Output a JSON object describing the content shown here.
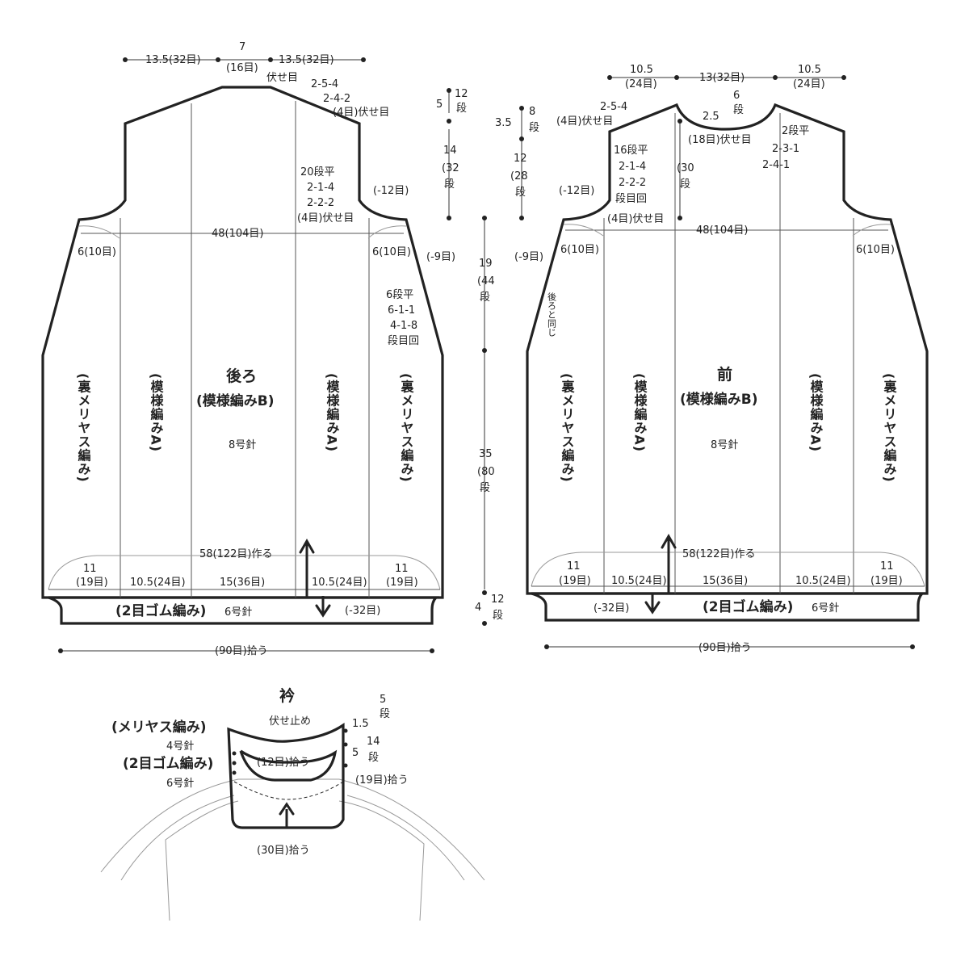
{
  "back": {
    "title": "後ろ",
    "pattern": "(模様編みB)",
    "needle": "8号針",
    "side_left": "(裏メリヤス編み)",
    "side_right": "(裏メリヤス編み)",
    "panel_left": "(模様編みA)",
    "panel_right": "(模様編みA)",
    "top_shoulder_left": "13.5(32目)",
    "top_center_a": "7",
    "top_center_b": "(16目)",
    "top_shoulder_right": "13.5(32目)",
    "bind_off": "伏せ目",
    "shoulder_a": "2-5-4",
    "shoulder_b": "2-4-2",
    "shoulder_c": "(4目)伏せ目",
    "neck_a": "20段平",
    "neck_b": "2-1-4",
    "neck_c": "2-2-2",
    "neck_d": "(4目)伏せ目",
    "armhole_dec": "(-12目)",
    "width": "48(104目)",
    "arm_left": "6(10目)",
    "arm_right": "6(10目)",
    "side_dec": "(-9目)",
    "side_a": "6段平",
    "side_b": "6-1-1",
    "side_c": "4-1-8",
    "side_d": "段目回",
    "cast_on": "58(122目)作る",
    "seg_1a": "11",
    "seg_1b": "(19目)",
    "seg_2": "10.5(24目)",
    "seg_3": "15(36目)",
    "seg_4": "10.5(24目)",
    "seg_5a": "11",
    "seg_5b": "(19目)",
    "rib": "(2目ゴム編み)",
    "rib_needle": "6号針",
    "rib_dec": "(-32目)",
    "pickup": "(90目)拾う"
  },
  "middle_dims": {
    "d1_a": "5",
    "d1_b": "12",
    "d1_c": "段",
    "d2_a": "14",
    "d2_b": "(32",
    "d2_c": "段",
    "d3_a": "19",
    "d3_b": "(44",
    "d3_c": "段",
    "d4_a": "35",
    "d4_b": "(80",
    "d4_c": "段",
    "d5_a": "4",
    "d5_b": "12",
    "d5_c": "段",
    "f1_a": "3.5",
    "f1_b": "8",
    "f1_c": "段",
    "f2_a": "12",
    "f2_b": "(28",
    "f2_c": "段"
  },
  "front": {
    "title": "前",
    "pattern": "(模様編みB)",
    "needle": "8号針",
    "side_left": "(裏メリヤス編み)",
    "side_right": "(裏メリヤス編み)",
    "panel_left": "(模様編みA)",
    "panel_right": "(模様編みA)",
    "top_left_a": "10.5",
    "top_left_b": "(24目)",
    "top_center": "13(32目)",
    "top_right_a": "10.5",
    "top_right_b": "(24目)",
    "shoulder_a": "2-5-4",
    "shoulder_b": "(4目)伏せ目",
    "neck_depth_a": "2.5",
    "neck_depth_b": "6",
    "neck_depth_c": "段",
    "neck_bind": "(18目)伏せ目",
    "neck_a": "16段平",
    "neck_b": "2-1-4",
    "neck_c": "2-2-2",
    "neck_d": "段目回",
    "neck_e": "(4目)伏せ目",
    "neck_rows_a": "(30",
    "neck_rows_b": "段",
    "right_a": "2段平",
    "right_b": "2-3-1",
    "right_c": "2-4-1",
    "armhole_dec": "(-12目)",
    "width": "48(104目)",
    "arm_left": "6(10目)",
    "arm_right": "6(10目)",
    "side_dec": "(-9目)",
    "same_as_back": "後ろと同じ",
    "cast_on": "58(122目)作る",
    "seg_1a": "11",
    "seg_1b": "(19目)",
    "seg_2": "10.5(24目)",
    "seg_3": "15(36目)",
    "seg_4": "10.5(24目)",
    "seg_5a": "11",
    "seg_5b": "(19目)",
    "rib": "(2目ゴム編み)",
    "rib_needle": "6号針",
    "rib_dec": "(-32目)",
    "pickup": "(90目)拾う"
  },
  "collar": {
    "title": "衿",
    "stockinette": "(メリヤス編み)",
    "needle_4": "4号針",
    "rib": "(2目ゴム編み)",
    "needle_6": "6号針",
    "bind_off": "伏せ止め",
    "pick_12": "(12目)拾う",
    "pick_19": "(19目)拾う",
    "pick_30": "(30目)拾う",
    "h1": "1.5",
    "h1_b": "5",
    "h1_c": "段",
    "h2": "5",
    "h2_b": "14",
    "h2_c": "段"
  }
}
